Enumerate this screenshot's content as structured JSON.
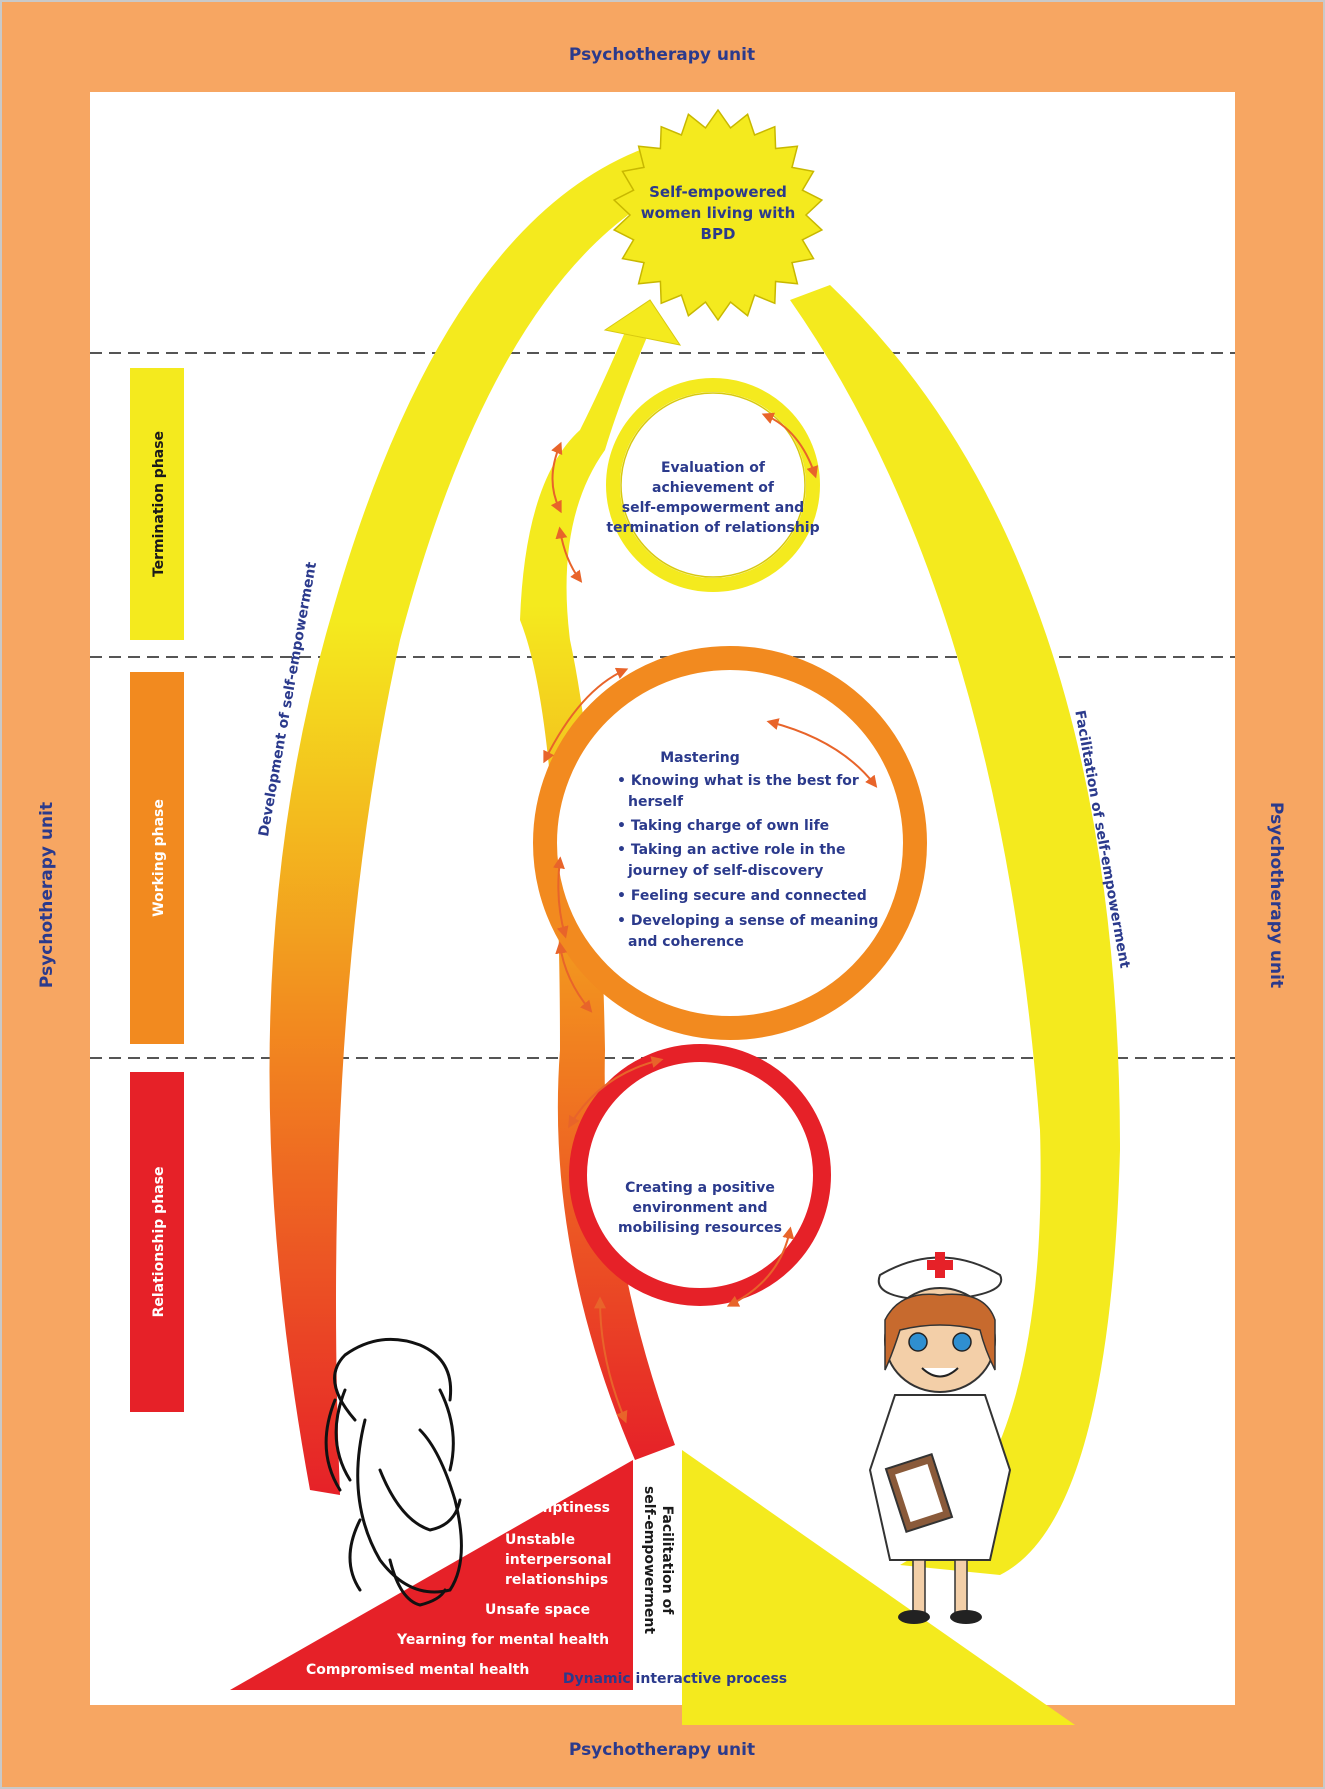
{
  "frame": {
    "top_label": "Psychotherapy unit",
    "bottom_label": "Psychotherapy unit",
    "left_label": "Psychotherapy unit",
    "right_label": "Psychotherapy unit"
  },
  "phases": [
    {
      "label": "Termination phase",
      "color": "#f4ea1e"
    },
    {
      "label": "Working phase",
      "color": "#f28a1f"
    },
    {
      "label": "Relationship phase",
      "color": "#e62128"
    }
  ],
  "sun": {
    "line1": "Self-empowered",
    "line2": "women living with",
    "line3": "BPD"
  },
  "left_arc_label": "Development of self-empowerment",
  "right_arc_label": "Facilitation of self-empowerment",
  "termination_circle": {
    "lines": [
      "Evaluation of",
      "achievement of",
      "self-empowerment and",
      "termination of relationship"
    ]
  },
  "working_circle": {
    "title": "Mastering",
    "bullets": [
      [
        "Knowing what is the best for",
        "herself"
      ],
      [
        "Taking charge of own life"
      ],
      [
        "Taking an active role in the",
        "journey of self-discovery"
      ],
      [
        "Feeling secure and connected"
      ],
      [
        "Developing a sense of meaning",
        "and coherence"
      ]
    ]
  },
  "relationship_circle": {
    "lines": [
      "Creating a positive",
      "environment and",
      "mobilising resources"
    ]
  },
  "triangle_items": [
    "Emptiness",
    "Unstable",
    "interpersonal",
    "relationships",
    "Unsafe space",
    "Yearning for mental health",
    "Compromised mental health"
  ],
  "vertical_label": {
    "line1": "Facilitation of",
    "line2": "self-empowerment"
  },
  "bottom_caption": "Dynamic interactive process",
  "colors": {
    "frame": "#f7a662",
    "yellow": "#f4ea1e",
    "orange": "#f28a1f",
    "red": "#e62128",
    "text_blue": "#2b3a8c"
  }
}
